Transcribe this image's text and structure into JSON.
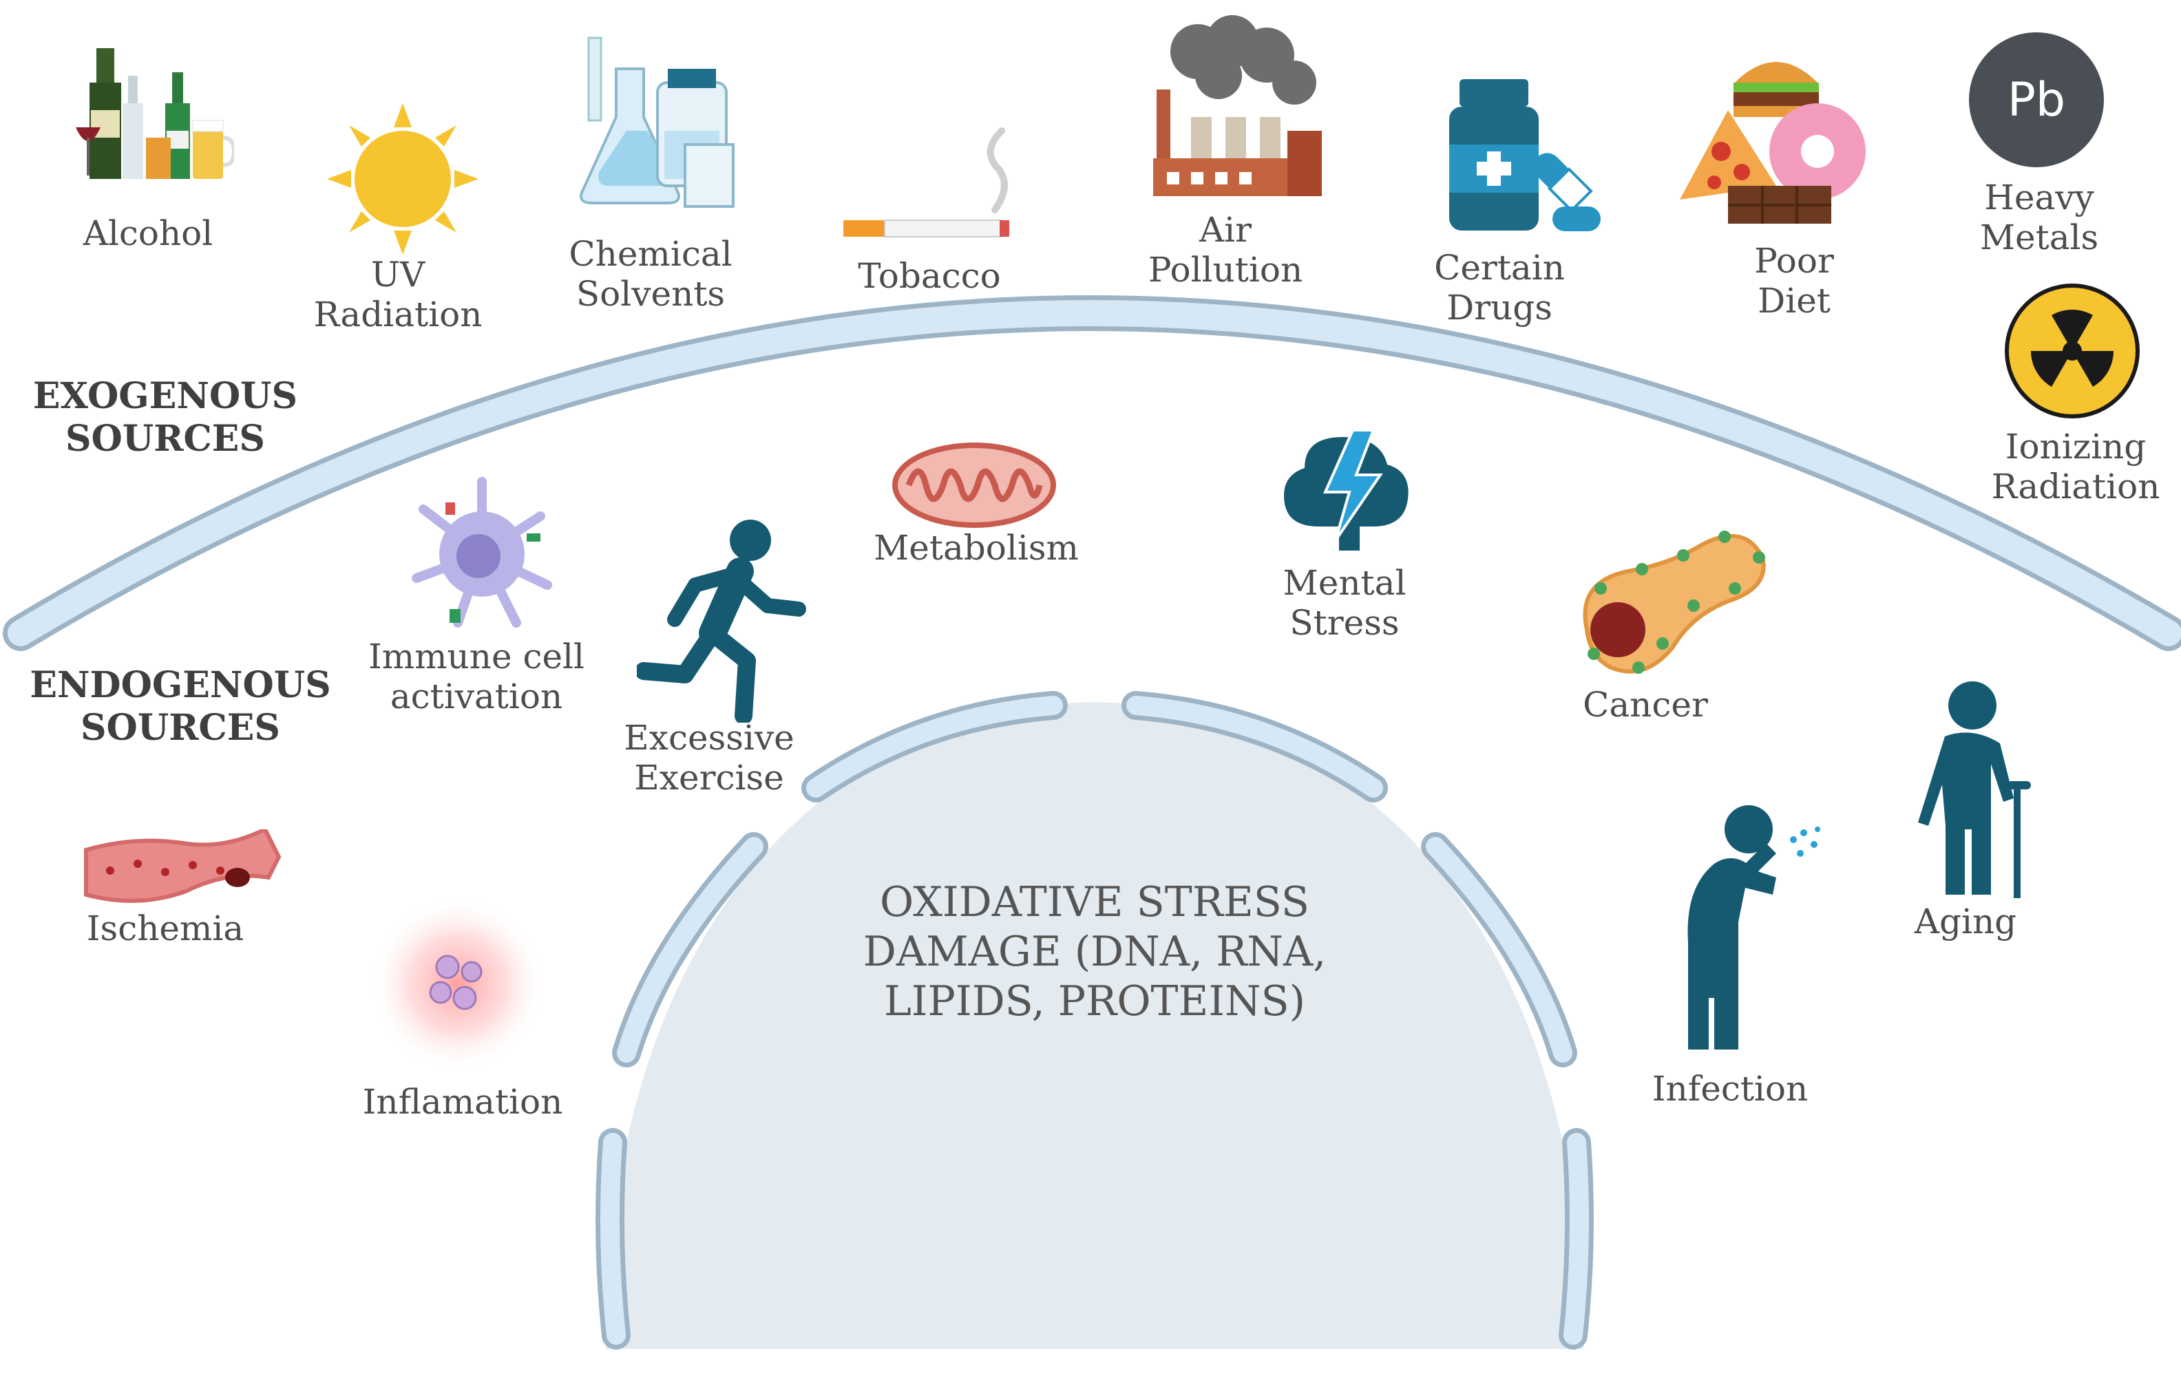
{
  "sections": {
    "exogenous": [
      "EXOGENOUS",
      "SOURCES"
    ],
    "endogenous": [
      "ENDOGENOUS",
      "SOURCES"
    ]
  },
  "center": [
    "OXIDATIVE STRESS",
    "DAMAGE (DNA, RNA,",
    "LIPIDS, PROTEINS)"
  ],
  "exogenous_sources": {
    "alcohol": [
      "Alcohol"
    ],
    "uv_radiation": [
      "UV",
      "Radiation"
    ],
    "chemical_solvents": [
      "Chemical",
      "Solvents"
    ],
    "tobacco": [
      "Tobacco"
    ],
    "air_pollution": [
      "Air",
      "Pollution"
    ],
    "certain_drugs": [
      "Certain",
      "Drugs"
    ],
    "poor_diet": [
      "Poor",
      "Diet"
    ],
    "heavy_metals": [
      "Heavy",
      "Metals"
    ],
    "ionizing_radiation": [
      "Ionizing",
      "Radiation"
    ]
  },
  "heavy_metal_symbol": "Pb",
  "endogenous_sources": {
    "immune_cell_activation": [
      "Immune cell",
      "activation"
    ],
    "excessive_exercise": [
      "Excessive",
      "Exercise"
    ],
    "metabolism": [
      "Metabolism"
    ],
    "mental_stress": [
      "Mental",
      "Stress"
    ],
    "cancer": [
      "Cancer"
    ],
    "aging": [
      "Aging"
    ],
    "infection": [
      "Infection"
    ],
    "ischemia": [
      "Ischemia"
    ],
    "inflamation": [
      "Inflamation"
    ]
  },
  "icons": [
    "bottles-icon",
    "sun-icon",
    "flask-icon",
    "cigarette-icon",
    "factory-icon",
    "medicine-bottle-icon",
    "junk-food-icon",
    "lead-element-icon",
    "radiation-symbol-icon",
    "immune-cell-icon",
    "runner-icon",
    "mitochondrion-icon",
    "brain-lightning-icon",
    "pancreas-tumor-icon",
    "elderly-person-icon",
    "coughing-person-icon",
    "blood-vessel-icon",
    "inflamed-cells-icon"
  ],
  "colors": {
    "membrane_fill": "#d6e8f5",
    "membrane_stroke": "#9db4c6",
    "nucleus_fill": "#e3ebf1",
    "figure_teal": "#165a72",
    "text": "#4d4d4d"
  }
}
